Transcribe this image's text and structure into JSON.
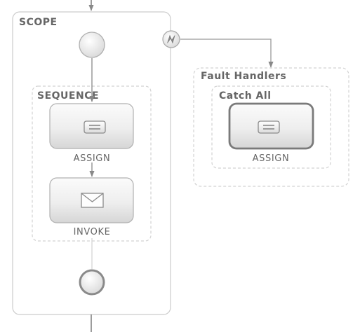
{
  "scope": {
    "title": "SCOPE",
    "sequence": {
      "title": "SEQUENCE",
      "activities": [
        {
          "label": "ASSIGN",
          "icon": "assign-icon"
        },
        {
          "label": "INVOKE",
          "icon": "envelope-icon"
        }
      ]
    },
    "start_event": "start-circle",
    "end_event": "end-circle",
    "fault_marker_icon": "fault-lightning-icon"
  },
  "fault_handlers": {
    "title": "Fault Handlers",
    "catch_all": {
      "title": "Catch All",
      "activity": {
        "label": "ASSIGN",
        "icon": "assign-icon"
      }
    }
  },
  "colors": {
    "border_dashed": "#d2d2d2",
    "connector": "#999999",
    "text": "#666666"
  }
}
